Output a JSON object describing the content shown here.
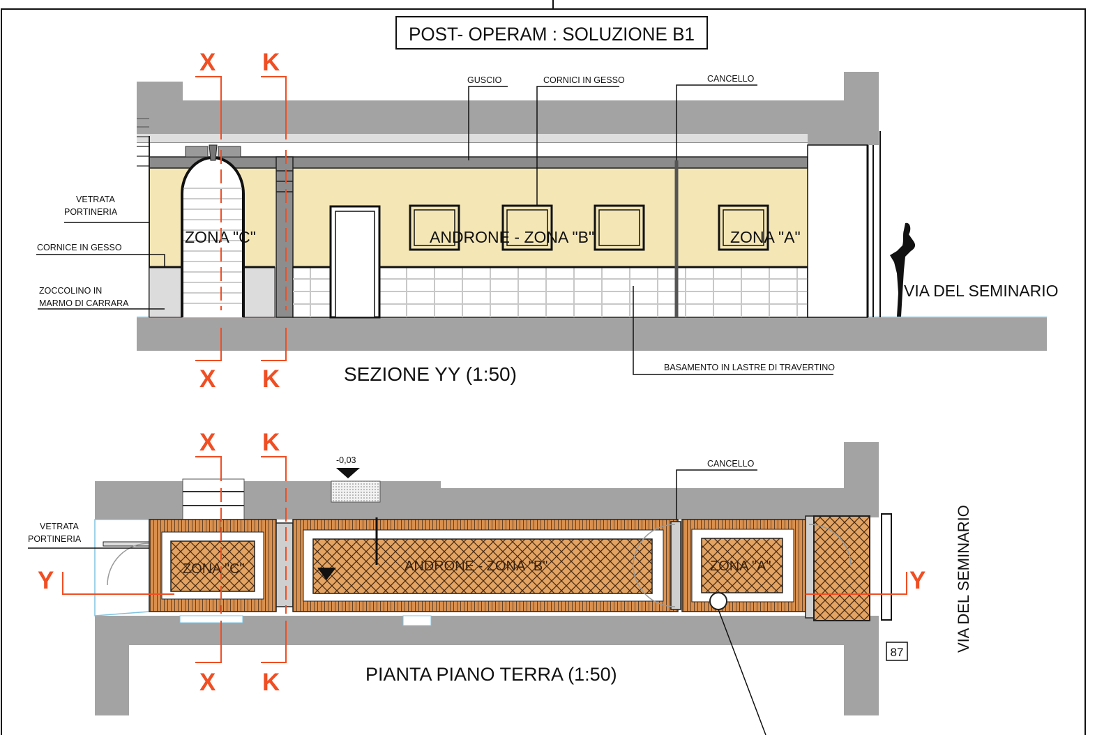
{
  "title": "POST- OPERAM : SOLUZIONE B1",
  "section": {
    "caption": "SEZIONE YY (1:50)",
    "cut_x": "X",
    "cut_k": "K",
    "zones": {
      "c": "ZONA \"C\"",
      "b": "ANDRONE - ZONA \"B\"",
      "a": "ZONA \"A\""
    },
    "labels": {
      "guscio": "GUSCIO",
      "cornici": "CORNICI IN GESSO",
      "cancello": "CANCELLO",
      "vetrata_1": "VETRATA",
      "vetrata_2": "PORTINERIA",
      "cornice": "CORNICE IN GESSO",
      "zoccolino_1": "ZOCCOLINO IN",
      "zoccolino_2": "MARMO DI CARRARA",
      "basamento": "BASAMENTO IN LASTRE DI TRAVERTINO",
      "street": "VIA DEL SEMINARIO"
    }
  },
  "plan": {
    "caption": "PIANTA PIANO TERRA (1:50)",
    "cut_x": "X",
    "cut_k": "K",
    "cut_y": "Y",
    "level": "-0,03",
    "zones": {
      "c": "ZONA \"C\"",
      "b": "ANDRONE - ZONA \"B\"",
      "a": "ZONA \"A\""
    },
    "labels": {
      "vetrata_1": "VETRATA",
      "vetrata_2": "PORTINERIA",
      "cancello": "CANCELLO",
      "street": "VIA DEL SEMINARIO",
      "page_number": "87"
    }
  },
  "colors": {
    "wall": "#a3a3a3",
    "plaster": "#f4e6b5",
    "accent": "#f04e23",
    "floor_pattern": "#e3a463",
    "skirting": "#dcdcdc",
    "ink": "#111111"
  }
}
